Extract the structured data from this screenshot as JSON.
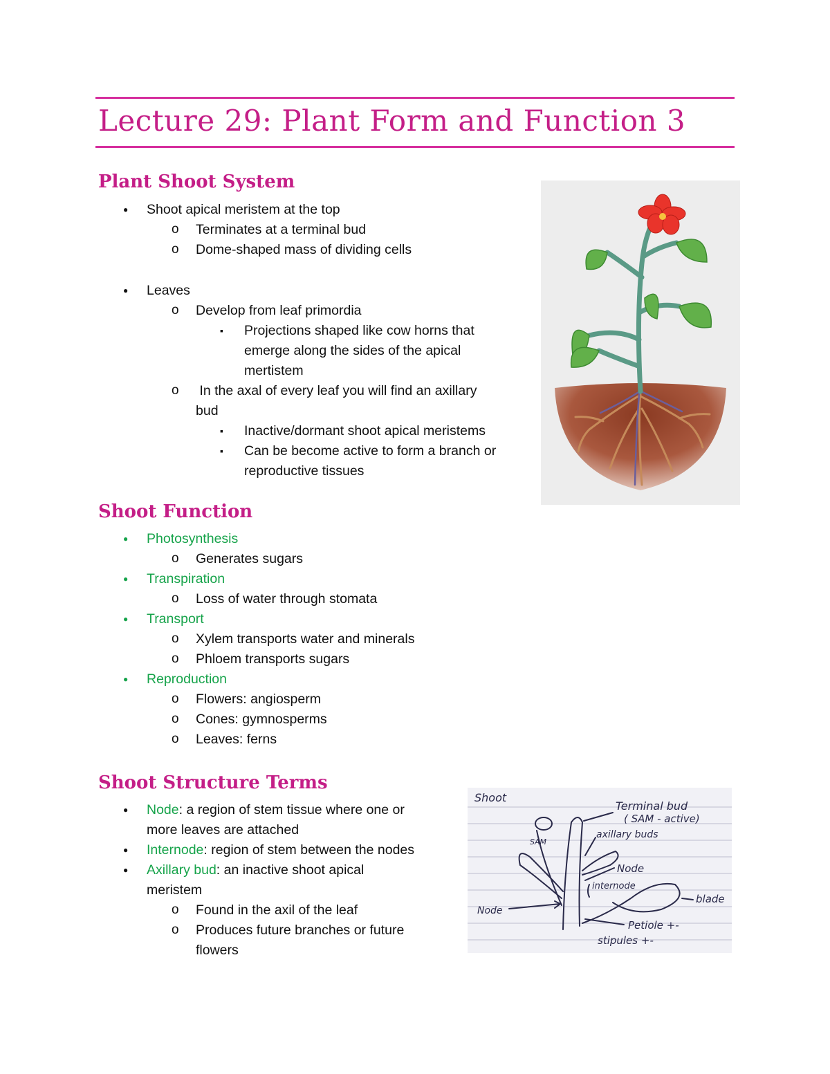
{
  "title": "Lecture 29: Plant Form and Function 3",
  "sections": {
    "shoot_system": {
      "heading": "Plant Shoot System",
      "b1": "Shoot apical meristem at the top",
      "b1_s1": "Terminates at a terminal bud",
      "b1_s2": "Dome-shaped mass of dividing cells",
      "b2": "Leaves",
      "b2_s1": "Develop from leaf primordia",
      "b2_s1_t1a": "Projections shaped like cow horns that",
      "b2_s1_t1b": "emerge along the sides of the apical",
      "b2_s1_t1c": "mertistem",
      "b2_s2a": " In the axal of every leaf you will find an axillary",
      "b2_s2b": "bud",
      "b2_s2_t1": "Inactive/dormant shoot apical meristems",
      "b2_s2_t2a": "Can be become active to form a branch or",
      "b2_s2_t2b": "reproductive tissues"
    },
    "shoot_function": {
      "heading": "Shoot Function",
      "f1": "Photosynthesis",
      "f1_s1": "Generates sugars",
      "f2": "Transpiration",
      "f2_s1": "Loss of water through stomata",
      "f3": "Transport",
      "f3_s1": "Xylem transports water and minerals",
      "f3_s2": "Phloem transports sugars",
      "f4": "Reproduction",
      "f4_s1": "Flowers: angiosperm",
      "f4_s2": "Cones: gymnosperms",
      "f4_s3": "Leaves: ferns"
    },
    "structure_terms": {
      "heading": "Shoot Structure Terms",
      "node_term": "Node",
      "node_def": ": a region of stem tissue where one or",
      "node_def2": "more leaves are attached",
      "internode_term": "Internode",
      "internode_def": ": region of stem between the nodes",
      "axillary_term": "Axillary bud",
      "axillary_def": ": an inactive shoot apical",
      "axillary_def2": "meristem",
      "ax_s1": "Found in the axil of the leaf",
      "ax_s2a": "Produces future branches or future",
      "ax_s2b": "flowers"
    }
  },
  "sketch_labels": {
    "shoot": "Shoot",
    "sam": "SAM",
    "terminal_bud": "Terminal bud",
    "sam_active": "( SAM - active)",
    "axillary_buds": "axillary buds",
    "node1": "Node",
    "internode": "internode",
    "node2": "Node",
    "blade": "blade",
    "petiole": "Petiole +-",
    "stipules": "stipules +-"
  },
  "colors": {
    "accent": "#c41e87",
    "term_green": "#16a34a"
  }
}
